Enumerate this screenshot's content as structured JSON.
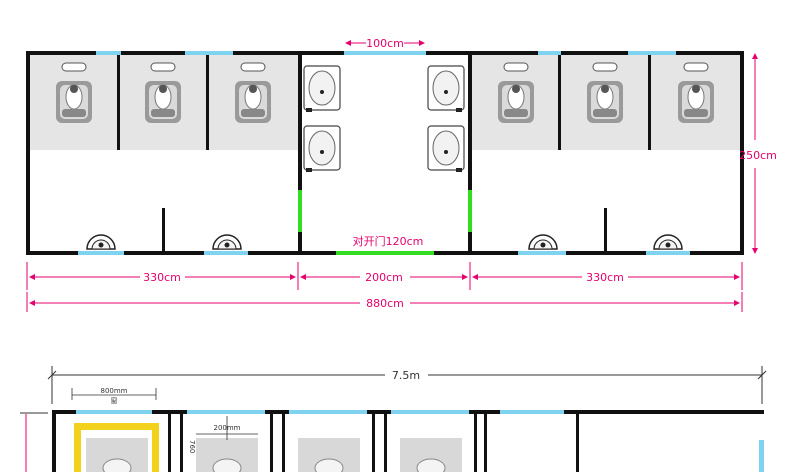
{
  "top_plan": {
    "dim_corridor_width": "100cm",
    "dim_height": "250cm",
    "dim_left_section": "330cm",
    "dim_middle_section": "200cm",
    "dim_right_section": "330cm",
    "dim_total": "880cm",
    "door_label": "对开门120cm"
  },
  "bottom_plan": {
    "dim_total": "7.5m",
    "dim_partition": "800mm",
    "label_window": "窗",
    "dim_stall": "200mm",
    "dim_side": "760"
  },
  "colors": {
    "wall": "#111111",
    "window": "#7fd3f0",
    "door": "#33dd22",
    "dimension": "#e6006e",
    "stall_floor": "#e5e5e5",
    "frame": "#f2d21c"
  }
}
